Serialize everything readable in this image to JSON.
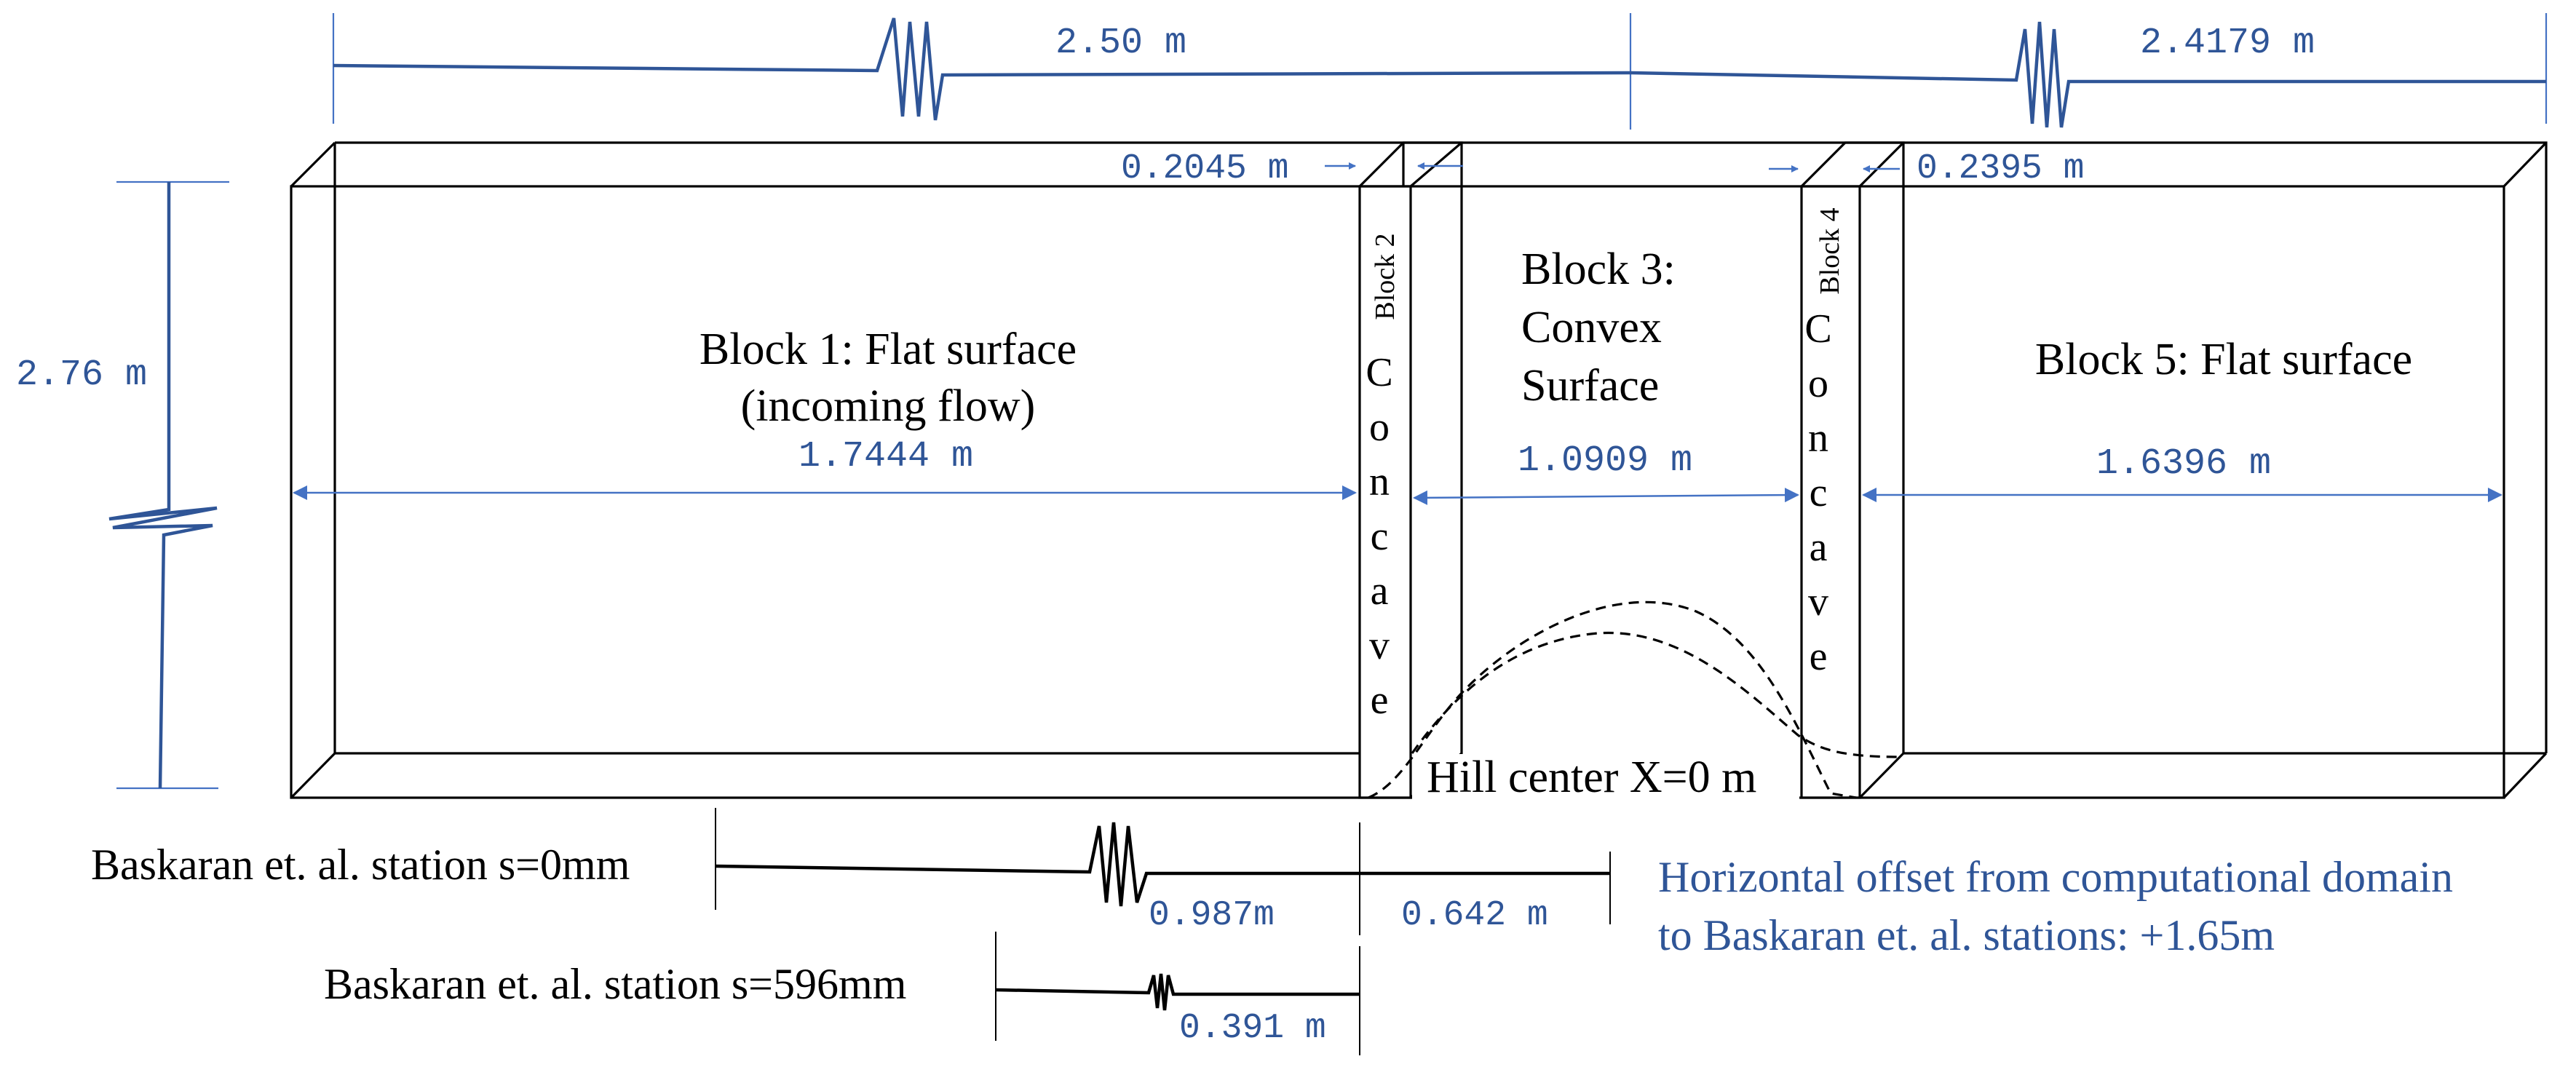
{
  "colors": {
    "dimension": "#4472c4",
    "outline": "#000000",
    "note": "#2f5597"
  },
  "dimensions": {
    "top_left": "2.50 m",
    "top_right": "2.4179 m",
    "height": "2.76 m",
    "block2_width": "0.2045 m",
    "block4_width": "0.2395 m",
    "block1_length": "1.7444 m",
    "block3_length": "1.0909 m",
    "block5_length": "1.6396 m",
    "station0_left": "0.987m",
    "station0_right": "0.642 m",
    "station596": "0.391 m"
  },
  "blocks": {
    "block1_title": "Block 1: Flat surface",
    "block1_subtitle": "(incoming flow)",
    "block2_label": "Block 2",
    "block3_line1": "Block 3:",
    "block3_line2": "Convex",
    "block3_line3": "Surface",
    "block4_label": "Block 4",
    "block5_title": "Block 5: Flat surface",
    "concave_letters": [
      "C",
      "o",
      "n",
      "c",
      "a",
      "v",
      "e"
    ]
  },
  "labels": {
    "hill_center": "Hill center X=0 m",
    "station0": "Baskaran et. al. station s=0mm",
    "station596": "Baskaran et. al. station s=596mm",
    "offset_note_line1": "Horizontal offset from computational domain",
    "offset_note_line2": "to Baskaran et. al. stations: +1.65m"
  }
}
